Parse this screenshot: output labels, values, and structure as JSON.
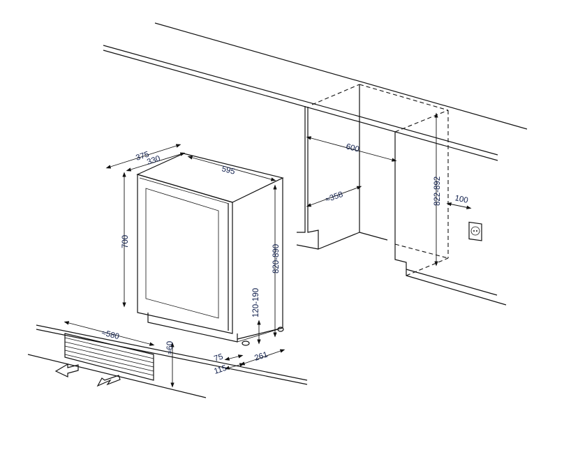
{
  "diagram": {
    "title": "Built-in installation dimensions (mm)",
    "appliance": {
      "depth_total": "375",
      "depth_body": "330",
      "width": "595",
      "door_height": "700",
      "total_height": "820-890",
      "plinth_height": "120-190",
      "plinth_offset_front": "75",
      "plinth_offset_total": "115",
      "foot_depth": "261"
    },
    "vent_grille": {
      "width": "≈580",
      "height": "≈60"
    },
    "niche": {
      "width": "600",
      "side_depth": "≈358",
      "height": "822-892",
      "socket_offset": "100"
    },
    "colors": {
      "line": "#111111",
      "label": "#0d1c4a"
    }
  }
}
